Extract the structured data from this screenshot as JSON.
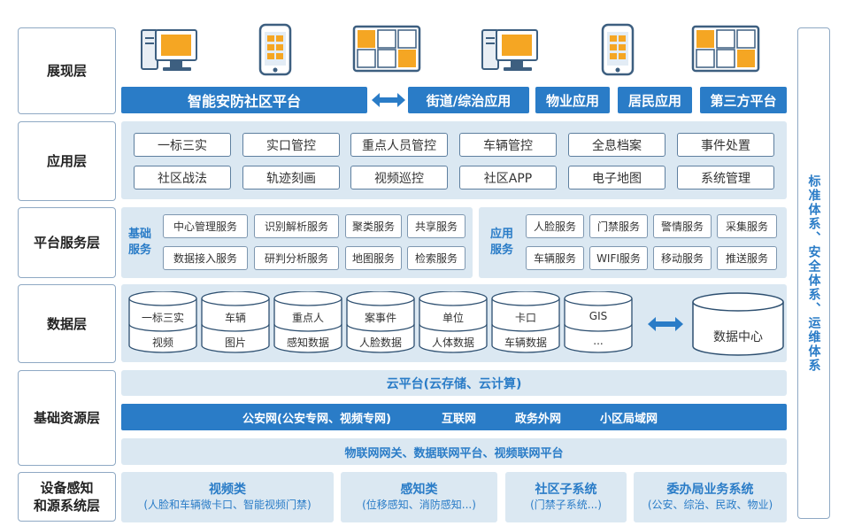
{
  "layers": {
    "presentation": "展现层",
    "application": "应用层",
    "platform": "平台服务层",
    "data": "数据层",
    "infrastructure": "基础资源层",
    "devices_line1": "设备感知",
    "devices_line2": "和源系统层"
  },
  "presentation": {
    "main": "智能安防社区平台",
    "apps": [
      "街道/综治应用",
      "物业应用",
      "居民应用",
      "第三方平台"
    ]
  },
  "applications": [
    "一标三实",
    "实口管控",
    "重点人员管控",
    "车辆管控",
    "全息档案",
    "事件处置",
    "社区战法",
    "轨迹刻画",
    "视频巡控",
    "社区APP",
    "电子地图",
    "系统管理"
  ],
  "platform": {
    "basic_label_1": "基础",
    "basic_label_2": "服务",
    "basic": [
      "中心管理服务",
      "识别解析服务",
      "聚类服务",
      "共享服务",
      "数据接入服务",
      "研判分析服务",
      "地图服务",
      "检索服务"
    ],
    "app_label_1": "应用",
    "app_label_2": "服务",
    "app": [
      "人脸服务",
      "门禁服务",
      "警情服务",
      "采集服务",
      "车辆服务",
      "WIFI服务",
      "移动服务",
      "推送服务"
    ]
  },
  "data_layer": {
    "cylinders": [
      {
        "top": "一标三实",
        "bottom": "视频"
      },
      {
        "top": "车辆",
        "bottom": "图片"
      },
      {
        "top": "重点人",
        "bottom": "感知数据"
      },
      {
        "top": "案事件",
        "bottom": "人脸数据"
      },
      {
        "top": "单位",
        "bottom": "人体数据"
      },
      {
        "top": "卡口",
        "bottom": "车辆数据"
      },
      {
        "top": "GIS",
        "bottom": "..."
      }
    ],
    "center": "数据中心"
  },
  "infrastructure": {
    "cloud": "云平台(云存储、云计算)",
    "networks": [
      "公安网(公安专网、视频专网)",
      "互联网",
      "政务外网",
      "小区局域网"
    ],
    "iot": "物联网网关、数据联网平台、视频联网平台"
  },
  "devices": [
    {
      "title": "视频类",
      "sub": "(人脸和车辆微卡口、智能视频门禁)"
    },
    {
      "title": "感知类",
      "sub": "(位移感知、消防感知...)"
    },
    {
      "title": "社区子系统",
      "sub": "(门禁子系统...)"
    },
    {
      "title": "委办局业务系统",
      "sub": "(公安、综治、民政、物业)"
    }
  ],
  "side_panel": "标准体系、安全体系、运维体系",
  "colors": {
    "accent": "#2a7cc7",
    "panel": "#dbe8f2",
    "icon_orange": "#f5a623"
  }
}
